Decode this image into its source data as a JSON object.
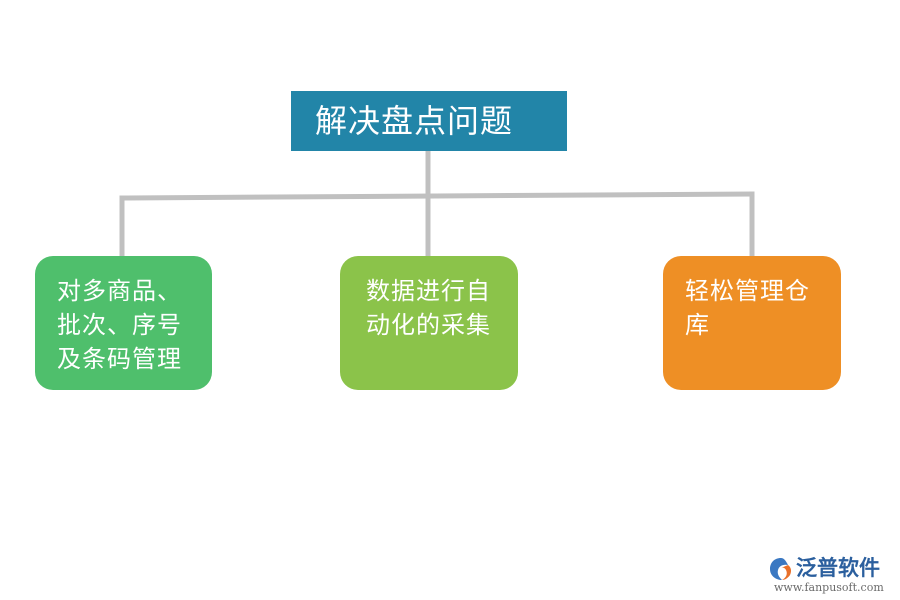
{
  "diagram": {
    "root": {
      "label": "解决盘点问题",
      "color": "#2285a8"
    },
    "children": [
      {
        "label": "对多商品、批次、序号及条码管理",
        "color": "#4fbf6c"
      },
      {
        "label": "数据进行自动化的采集",
        "color": "#8bc34a"
      },
      {
        "label": "轻松管理仓库",
        "color": "#ee8f25"
      }
    ],
    "connector_color": "#c0c0c0"
  },
  "logo": {
    "name": "泛普软件",
    "url": "www.fanpusoft.com",
    "icon": "fanpu-logo-icon",
    "color": "#2b5f9e"
  }
}
